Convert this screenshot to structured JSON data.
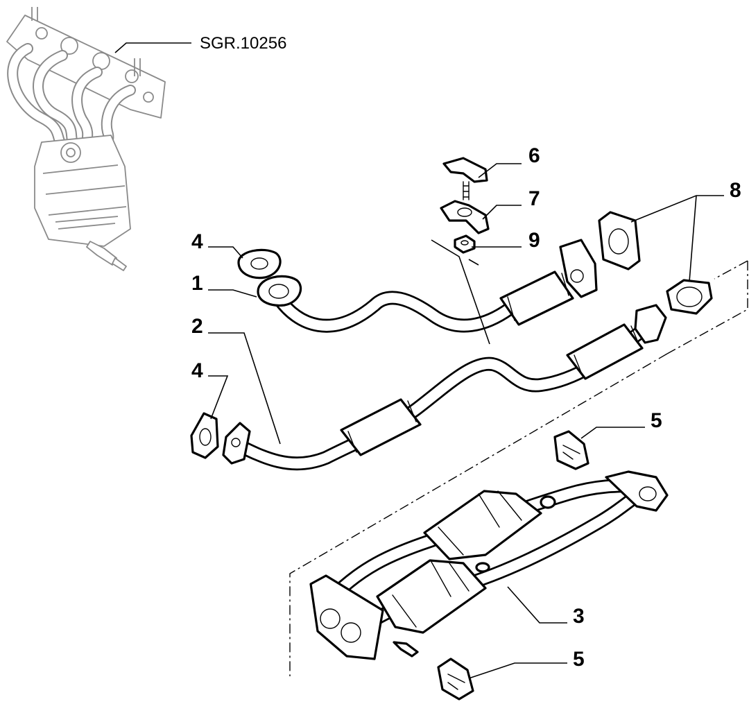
{
  "diagram": {
    "reference": "SGR.10256",
    "callouts": {
      "c1": "1",
      "c2": "2",
      "c3": "3",
      "c4a": "4",
      "c4b": "4",
      "c5a": "5",
      "c5b": "5",
      "c6": "6",
      "c7": "7",
      "c8": "8",
      "c9": "9"
    }
  }
}
